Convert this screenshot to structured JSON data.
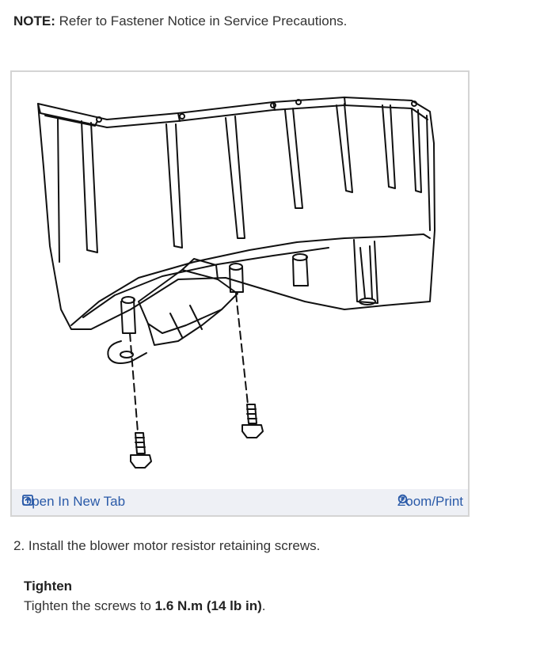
{
  "note": {
    "label": "NOTE:",
    "text": " Refer to Fastener Notice in Service Precautions."
  },
  "figure": {
    "open_tab": "Open In New Tab",
    "zoom": "Zoom/Print",
    "open_icon": "open-in-new-tab-icon",
    "zoom_icon": "magnifier-icon"
  },
  "step": {
    "text": "2. Install the blower motor resistor retaining screws."
  },
  "tighten": {
    "heading": "Tighten",
    "prefix": "Tighten the screws to ",
    "value": "1.6 N.m (14 lb in)",
    "suffix": "."
  },
  "colors": {
    "link": "#2a5aa8",
    "bar": "#eef0f5",
    "border": "#d4d4d4"
  }
}
